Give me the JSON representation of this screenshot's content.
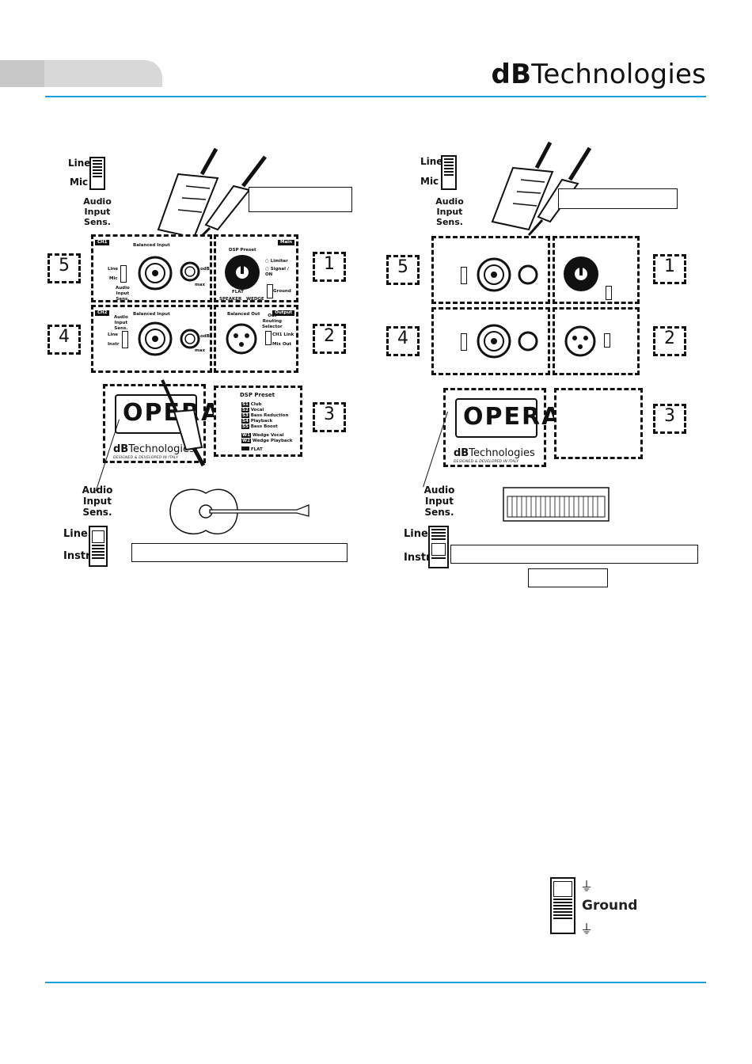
{
  "header": {
    "brand_bold": "dB",
    "brand_rest": "Technologies"
  },
  "left": {
    "switch_top": {
      "label_a": "Line",
      "label_b": "Mic",
      "caption": "Audio\nInput\nSens."
    },
    "callouts": [
      "5",
      "4",
      "1",
      "2",
      "3"
    ],
    "ch1": {
      "tag": "CH1",
      "title": "Balanced Input",
      "sw_a": "Line",
      "sw_b": "Mic",
      "sens": "Audio\nInput\nSens.",
      "odb": "odB",
      "max": "max"
    },
    "ch2": {
      "tag": "CH2",
      "title": "Balanced Input",
      "sens": "Audio\nInput\nSens.",
      "sw_a": "Line",
      "sw_b": "Instr",
      "odb": "odB",
      "max": "max"
    },
    "main": {
      "tag": "Main",
      "title": "DSP Preset",
      "limiter": "Limiter",
      "signal": "Signal / ON",
      "ground": "Ground",
      "flat": "FLAT",
      "speaker": "SPEAKER",
      "wedge": "WEDGE"
    },
    "output": {
      "tag": "Output",
      "title": "Balanced Out",
      "routing": "Out\nRouting\nSelector",
      "link": "CH1 Link",
      "mix": "Mix Out"
    },
    "preset": {
      "title": "DSP Preset",
      "items": [
        [
          "S1",
          "Club"
        ],
        [
          "S2",
          "Vocal"
        ],
        [
          "S3",
          "Bass Reduction"
        ],
        [
          "S4",
          "Playback"
        ],
        [
          "S5",
          "Bass Boost"
        ]
      ],
      "wedges": [
        [
          "W1",
          "Wedge Vocal"
        ],
        [
          "W2",
          "Wedge Playback"
        ]
      ],
      "flat": "FLAT"
    },
    "product": {
      "name": "OPERA",
      "brand_bold": "dB",
      "brand_rest": "Technologies",
      "tagline": "DESIGNED & DEVELOPED IN ITALY"
    },
    "bottom_switch": {
      "caption": "Audio\nInput\nSens.",
      "label_a": "Line",
      "label_b": "Instr"
    }
  },
  "right": {
    "switch_top": {
      "label_a": "Line",
      "label_b": "Mic",
      "caption": "Audio\nInput\nSens."
    },
    "bottom_switch": {
      "caption": "Audio\nInput\nSens.",
      "label_a": "Line",
      "label_b": "Instr"
    }
  },
  "ground_switch": {
    "label": "Ground"
  }
}
